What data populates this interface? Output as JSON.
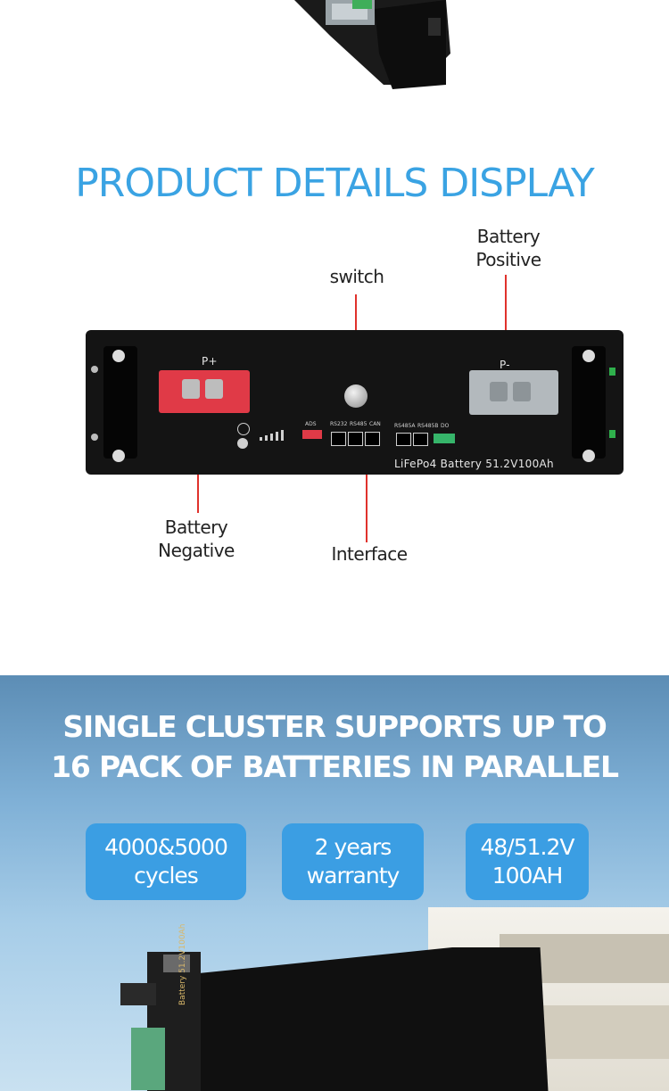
{
  "title": "PRODUCT DETAILS DISPLAY",
  "callouts": {
    "switch": "switch",
    "positive_line1": "Battery",
    "positive_line2": "Positive",
    "negative_line1": "Battery",
    "negative_line2": "Negative",
    "interface": "Interface"
  },
  "panel": {
    "plus_label": "P+",
    "minus_label": "P-",
    "ads_label": "ADS",
    "rs232_label": "RS232",
    "rs485_label": "RS485",
    "can_label": "CAN",
    "rs485a_label": "RS485A",
    "rs485b_label": "RS485B",
    "do_label": "DO",
    "model_text": "LiFePo4  Battery  51.2V100Ah"
  },
  "banner": {
    "headline_line1": "SINGLE CLUSTER SUPPORTS UP TO",
    "headline_line2": "16 PACK OF BATTERIES IN PARALLEL",
    "badges": [
      {
        "line1": "4000&5000",
        "line2": "cycles"
      },
      {
        "line1": "2 years",
        "line2": "warranty"
      },
      {
        "line1": "48/51.2V",
        "line2": "100AH"
      }
    ],
    "side_text": "Battery  51.2V100Ah"
  },
  "colors": {
    "accent_blue": "#3aa3e3",
    "badge_blue": "#3b9ee3",
    "callout_red": "#e0322c",
    "terminal_red": "#e03a47"
  }
}
